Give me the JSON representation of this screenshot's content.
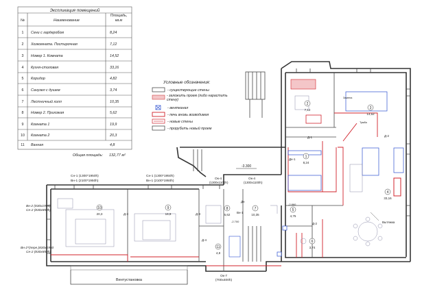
{
  "table": {
    "title": "Экспликация помещений",
    "headers": {
      "num": "№",
      "name": "Наименование",
      "area": "Площадь, кв.м"
    },
    "rows": [
      {
        "num": "1",
        "name": "Сени с гардеробом",
        "area": "8,24"
      },
      {
        "num": "2",
        "name": "Хозкомната. Постирочная",
        "area": "7,12"
      },
      {
        "num": "3",
        "name": "Номер 1. Комната",
        "area": "14,52"
      },
      {
        "num": "4",
        "name": "Кухня-столовая",
        "area": "33,16"
      },
      {
        "num": "5",
        "name": "Коридор",
        "area": "4,82"
      },
      {
        "num": "6",
        "name": "Санузел с душем",
        "area": "3,74"
      },
      {
        "num": "7",
        "name": "Лестничный холл",
        "area": "10,35"
      },
      {
        "num": "8",
        "name": "Номер 2. Прихожая",
        "area": "5,62"
      },
      {
        "num": "9",
        "name": "Комната 1",
        "area": "19,9"
      },
      {
        "num": "10",
        "name": "Комната 2",
        "area": "20,3"
      },
      {
        "num": "11",
        "name": "Ванная",
        "area": "4,8"
      }
    ],
    "total_label": "Общая площадь:",
    "total_value": "132,77 м²"
  },
  "legend": {
    "title": "Условные обозначения:",
    "items": [
      {
        "label": "- существующие стены"
      },
      {
        "label": "- заложить проем (либо нарастить стену)"
      },
      {
        "label": "- вентканал"
      },
      {
        "label": "- печь вновь возводимая"
      },
      {
        "label": "- новые стены"
      },
      {
        "label": "- прорубить новый проем"
      }
    ]
  },
  "labels": {
    "win_sn1a": "Сн-1 (1300*1950h)",
    "win_vn1a": "Вн-1 (2100*1950h)",
    "win_sn1b": "Сн-1 (1300*1950h)",
    "win_vn1b": "Вн-1 (2100*1950h)",
    "ok4a": "Ок-4",
    "ok4a_size": "(1300х1100h)",
    "ok4b": "Ок-4",
    "ok4b_size": "(1300х1100h)",
    "vn2_left": "Вн-2 (830х1950)",
    "sn2_left": "Сн-2 (830х850h)",
    "vn2_bottom": "Вн-2*(пере.)830х1950",
    "sn2_bottom": "Сн-2 (830х850h)",
    "ventustanovka": "Вентустановка",
    "ok7": "Ок-7",
    "ok7_size": "(700х400h)",
    "level_300": "-3.300",
    "level_2700": "-2.700",
    "level_2860": "-2.860",
    "d1": "Д-1",
    "d1b": "Дн-1",
    "d2": "Д-2",
    "d2b": "Д-2",
    "d3": "Д-3",
    "d3b": "Д-3",
    "d4": "Д-4",
    "dn": "Дн",
    "vn1": "Вн-1",
    "vytyazhka": "Вытяжка",
    "zamenka": "Замена",
    "tumba": "Тумба",
    "r1": "1",
    "r1a": "8,24",
    "r2": "2",
    "r2a": "7,12",
    "r3": "3",
    "r3a": "14,52",
    "r4": "4",
    "r4a": "33,16",
    "r5": "5",
    "r5a": "4,75",
    "r6": "6",
    "r6a": "3,74",
    "r7": "7",
    "r7a": "10,35",
    "r8": "8",
    "r8a": "5,62",
    "r9": "9",
    "r9a": "19,9",
    "r10": "10",
    "r10a": "20,3",
    "r11": "11",
    "r11a": "4,8"
  },
  "colors": {
    "existing": "#333333",
    "new_wall": "#d0202a",
    "vent": "#2c4fd0"
  }
}
